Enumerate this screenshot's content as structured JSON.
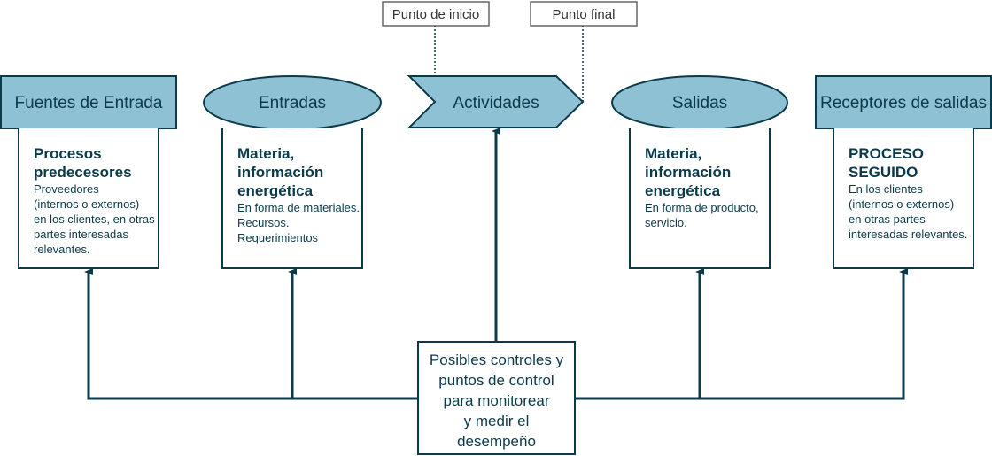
{
  "colors": {
    "fill": "#8fc1d4",
    "stroke": "#0b3a4a",
    "text": "#0b3a4a"
  },
  "tags": {
    "start": "Punto de inicio",
    "end": "Punto final"
  },
  "headers": {
    "sources": "Fuentes de Entrada",
    "inputs": "Entradas",
    "activities": "Actividades",
    "outputs": "Salidas",
    "receivers": "Receptores de salidas"
  },
  "boxes": {
    "sources": {
      "bold": "Procesos\npredecesores",
      "small": "Proveedores\n(internos o externos)\nen los clientes, en otras\npartes interesadas\nrelevantes."
    },
    "inputs": {
      "bold": "Materia,\ninformación\nenergética",
      "small": "En forma de materiales.\nRecursos.\nRequerimientos"
    },
    "outputs": {
      "bold": "Materia,\ninformación\nenergética",
      "small": "En forma de producto,\nservicio."
    },
    "receivers": {
      "bold": "PROCESO\nSEGUIDO",
      "small": "En los clientes\n(internos o externos)\nen otras partes\ninteresadas relevantes."
    }
  },
  "control": "Posibles controles y\npuntos de control\npara monitorear\ny medir el\ndesempeño"
}
